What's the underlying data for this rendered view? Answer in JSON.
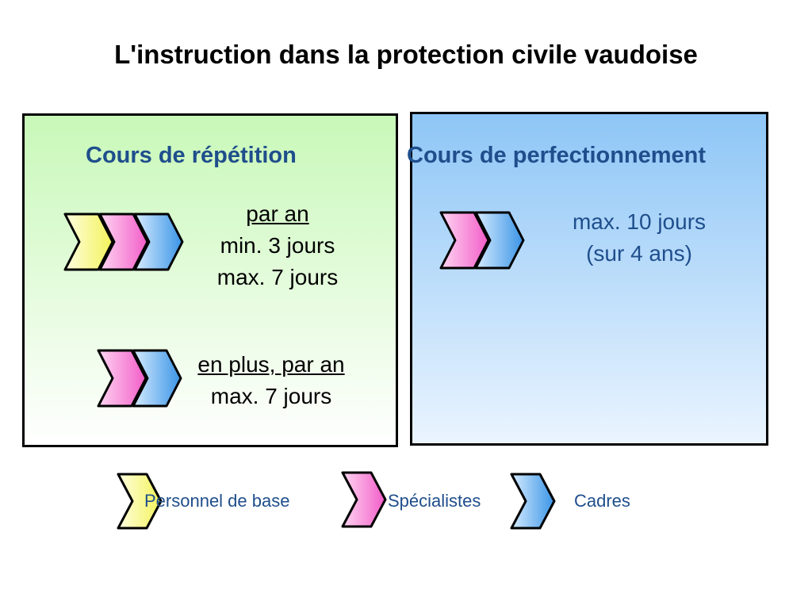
{
  "title": "L'instruction dans la protection civile vaudoise",
  "left_panel": {
    "heading": "Cours de répétition",
    "block1": {
      "line1": "par an",
      "line2": "min. 3 jours",
      "line3": "max.  7 jours"
    },
    "block2": {
      "line1": "en plus, par an",
      "line2": "max. 7 jours"
    }
  },
  "right_panel": {
    "heading": "Cours de perfectionnement",
    "line1": "max. 10 jours",
    "line2": "(sur 4 ans)"
  },
  "legend": [
    {
      "label": "Personnel de base",
      "color": "yellow"
    },
    {
      "label": "Spécialistes",
      "color": "pink"
    },
    {
      "label": "Cadres",
      "color": "blue"
    }
  ],
  "colors": {
    "yellow_light": "#ffffe0",
    "yellow_dark": "#f2f25a",
    "pink_light": "#ffd6f2",
    "pink_dark": "#f25cc8",
    "blue_light": "#d6ecff",
    "blue_dark": "#3a94e6",
    "heading": "#1f4e8c"
  }
}
